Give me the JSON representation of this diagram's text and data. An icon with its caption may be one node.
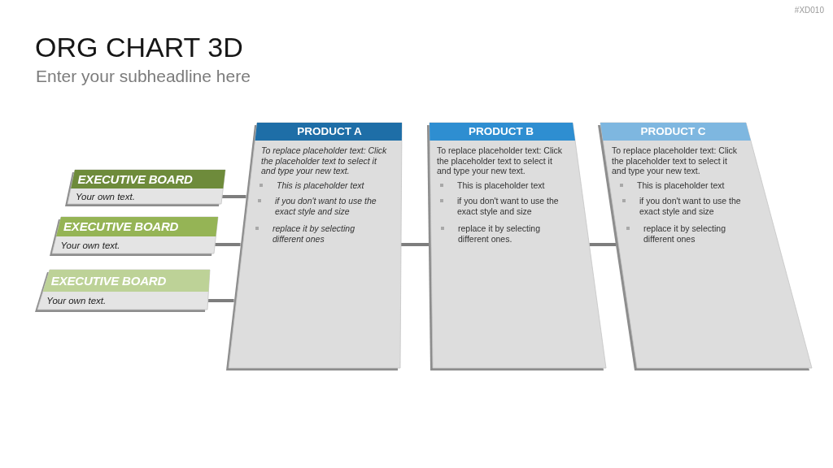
{
  "diagram": {
    "title": "ORG CHART 3D",
    "nodes": [
      {
        "text": [
          "EXECUTIVE BOARD",
          "Your own text."
        ]
      },
      {
        "text": [
          "EXECUTIVE BOARD",
          "Your own text."
        ]
      },
      {
        "text": [
          "EXECUTIVE BOARD",
          "Your own text."
        ]
      },
      {
        "text": [
          "PRODUCT A",
          "To replace placeholder text: Click the placeholder text to select it and type your new text.",
          "This is placeholder text",
          "if you don't want to use the exact style and size",
          "replace it by selecting different ones"
        ]
      },
      {
        "text": [
          "PRODUCT B",
          "To replace placeholder text: Click the placeholder text to select it and type your new text.",
          "This is placeholder text",
          "if you don't want to use the exact style and size",
          "replace it by selecting different ones."
        ]
      },
      {
        "text": [
          "PRODUCT C",
          "To replace placeholder text: Click the placeholder text to select it and type your new text.",
          "This is placeholder text",
          "if you don't want to use the exact style and size",
          "replace it by selecting different ones"
        ]
      }
    ],
    "edges": [
      {
        "from": 0,
        "to": 3,
        "arrow": "none"
      },
      {
        "from": 1,
        "to": 3,
        "arrow": "none"
      },
      {
        "from": 2,
        "to": 3,
        "arrow": "none"
      },
      {
        "from": 3,
        "to": 4,
        "arrow": "none"
      },
      {
        "from": 4,
        "to": 5,
        "arrow": "none"
      }
    ],
    "labels": [
      "#XD010",
      "Enter your subheadline here"
    ]
  }
}
